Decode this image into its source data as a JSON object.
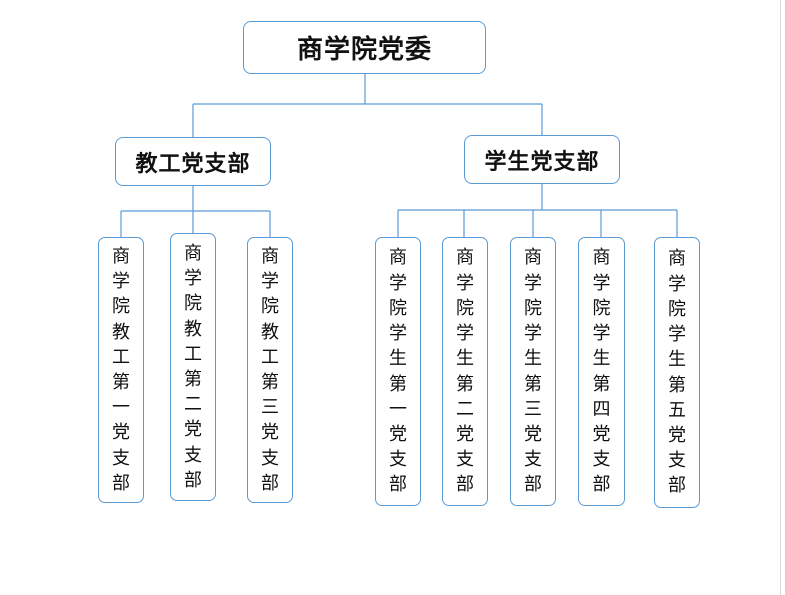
{
  "root": {
    "label": "商学院党委"
  },
  "branches": [
    {
      "label": "教工党支部",
      "children": [
        "商学院教工第一党支部",
        "商学院教工第二党支部",
        "商学院教工第三党支部"
      ]
    },
    {
      "label": "学生党支部",
      "children": [
        "商学院学生第一党支部",
        "商学院学生第二党支部",
        "商学院学生第三党支部",
        "商学院学生第四党支部",
        "商学院学生第五党支部"
      ]
    }
  ],
  "colors": {
    "border": "#5b9bd5",
    "connector": "#5b9bd5",
    "text": "#111111"
  }
}
